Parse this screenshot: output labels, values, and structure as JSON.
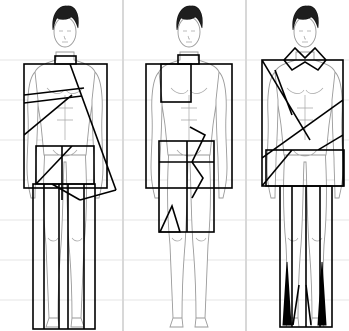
{
  "figures": [
    {
      "name": "figure-left",
      "overlay": "diagonal-sash-and-skirt"
    },
    {
      "name": "figure-middle",
      "overlay": "boxed-torso-and-shorts"
    },
    {
      "name": "figure-right",
      "overlay": "collar-x-and-long-pants"
    }
  ],
  "colors": {
    "background": "#ffffff",
    "sketch_line": "#9a9a9a",
    "hair": "#1e1e1e",
    "overlay_line": "#000000",
    "grid_line": "#e4e4e4",
    "divider": "#d8d8d8"
  }
}
